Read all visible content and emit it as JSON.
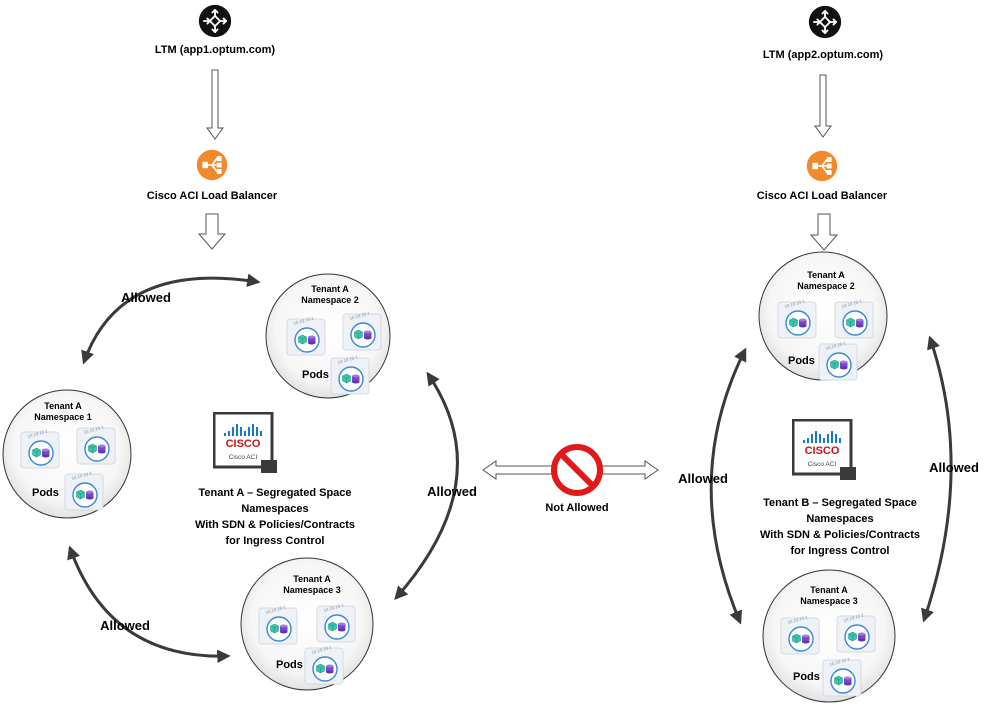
{
  "left": {
    "ltm_label": "LTM (app1.optum.com)",
    "lb_label": "Cisco ACI Load Balancer",
    "ns1": {
      "line1": "Tenant A",
      "line2": "Namespace 1",
      "pods": "Pods"
    },
    "ns2": {
      "line1": "Tenant A",
      "line2": "Namespace 2",
      "pods": "Pods"
    },
    "ns3": {
      "line1": "Tenant A",
      "line2": "Namespace 3",
      "pods": "Pods"
    },
    "aci": {
      "brand": "CISCO",
      "sub": "Cisco ACI"
    },
    "desc": [
      "Tenant A – Segregated Space",
      "Namespaces",
      "With SDN & Policies/Contracts",
      "for Ingress Control"
    ],
    "allowed_top": "Allowed",
    "allowed_right": "Allowed",
    "allowed_bottom": "Allowed"
  },
  "right": {
    "ltm_label": "LTM (app2.optum.com)",
    "lb_label": "Cisco ACI Load Balancer",
    "ns2": {
      "line1": "Tenant A",
      "line2": "Namespace 2",
      "pods": "Pods"
    },
    "ns3": {
      "line1": "Tenant A",
      "line2": "Namespace 3",
      "pods": "Pods"
    },
    "aci": {
      "brand": "CISCO",
      "sub": "Cisco ACI"
    },
    "desc": [
      "Tenant B – Segregated Space",
      "Namespaces",
      "With SDN & Policies/Contracts",
      "for Ingress Control"
    ],
    "allowed_left": "Allowed",
    "allowed_right": "Allowed"
  },
  "middle": {
    "not_allowed": "Not Allowed",
    "icon": "prohibited-icon"
  },
  "pod_tag": "10.10.10.1",
  "icons": {
    "ltm": "ltm-router-icon",
    "lb": "load-balancer-icon",
    "aci": "cisco-aci-logo",
    "pod": "pod-icon"
  },
  "colors": {
    "lb_orange": "#f08a2c",
    "prohibit_red": "#e1191b",
    "cube_teal": "#35c7b0",
    "db_purple": "#7a45c8",
    "pod_ring": "#3b8ad6",
    "arrow_dark": "#3a3a3a"
  }
}
